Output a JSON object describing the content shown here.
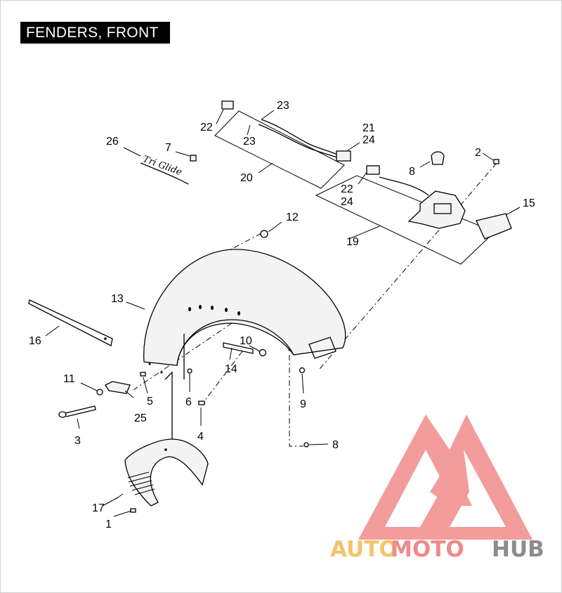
{
  "title": "FENDERS, FRONT",
  "callouts": {
    "c1": "1",
    "c2": "2",
    "c3": "3",
    "c4": "4",
    "c5": "5",
    "c6": "6",
    "c7": "7",
    "c8a": "8",
    "c8b": "8",
    "c9": "9",
    "c10": "10",
    "c11": "11",
    "c12": "12",
    "c13": "13",
    "c14": "14",
    "c15": "15",
    "c16": "16",
    "c17": "17",
    "c19": "19",
    "c20": "20",
    "c21": "21",
    "c22a": "22",
    "c22b": "22",
    "c23a": "23",
    "c23b": "23",
    "c24a": "24",
    "c24b": "24",
    "c25": "25",
    "c26": "26"
  },
  "emblem_text": "Tri Glide",
  "watermark": {
    "part1": "AUTO",
    "part2": "MOTO",
    "part3": "HUB",
    "colors": {
      "auto": "#f2c46b",
      "moto": "#f08a8a",
      "hub": "#8c8c8c",
      "logo": "#f28b8b"
    }
  }
}
